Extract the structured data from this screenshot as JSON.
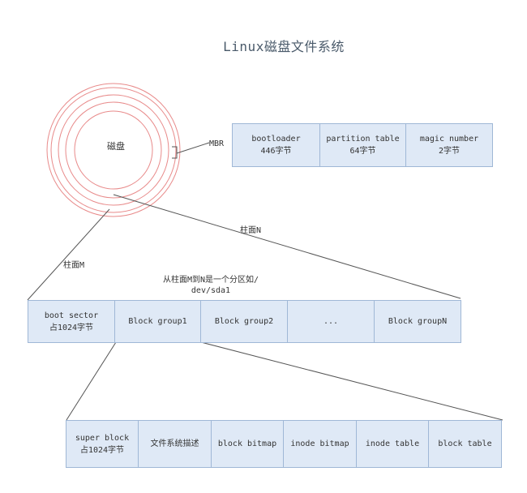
{
  "title": "Linux磁盘文件系统",
  "disk": {
    "label": "磁盘",
    "mbr_label": "MBR"
  },
  "mbr": [
    {
      "name": "bootloader",
      "size": "446字节"
    },
    {
      "name": "partition table",
      "size": "64字节"
    },
    {
      "name": "magic number",
      "size": "2字节"
    }
  ],
  "cylinder_n": "柱面N",
  "cylinder_m": "柱面M",
  "partition_note": {
    "line1": "从柱面M到N是一个分区如/",
    "line2": "dev/sda1"
  },
  "partition": [
    {
      "name": "boot sector",
      "size": "占1024字节"
    },
    {
      "name": "Block group1",
      "size": ""
    },
    {
      "name": "Block group2",
      "size": ""
    },
    {
      "name": "...",
      "size": ""
    },
    {
      "name": "Block groupN",
      "size": ""
    }
  ],
  "block_group": [
    {
      "name": "super block",
      "size": "占1024字节"
    },
    {
      "name": "文件系统描述",
      "size": ""
    },
    {
      "name": "block bitmap",
      "size": ""
    },
    {
      "name": "inode bitmap",
      "size": ""
    },
    {
      "name": "inode table",
      "size": ""
    },
    {
      "name": "block table",
      "size": ""
    }
  ],
  "colors": {
    "disk_ring": "#e88a8a",
    "box_fill": "#dfe9f6",
    "box_border": "#9fb7d6",
    "connector": "#555555"
  }
}
